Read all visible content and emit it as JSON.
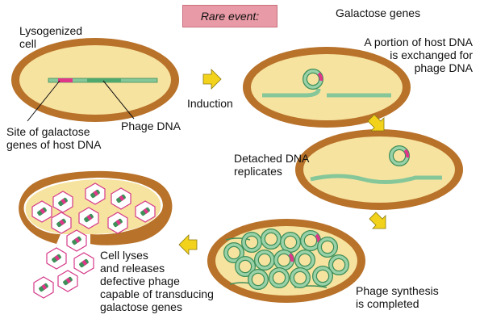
{
  "banner": "Rare event:",
  "labels": {
    "galactose_genes": "Galactose genes",
    "lysogenized_cell": "Lysogenized\ncell",
    "site_of_galactose": "Site of galactose\ngenes of host DNA",
    "phage_dna": "Phage DNA",
    "induction": "Induction",
    "exchange": "A portion of host DNA\nis exchanged for\nphage DNA",
    "detached": "Detached DNA\nreplicates",
    "cell_lyses": "Cell lyses\nand releases\ndefective phage\ncapable of transducing\ngalactose genes",
    "synthesis": "Phage synthesis\nis completed"
  },
  "colors": {
    "cell_wall": "#b8722a",
    "cytoplasm": "#f7e3a0",
    "dna_green": "#86c79a",
    "dna_magenta": "#e0368a",
    "arrow_yellow": "#f2d21a",
    "phage_outline": "#d63a8a",
    "banner_bg": "#e89aa6"
  },
  "icons": [
    "arrow-right-icon",
    "arrow-down-icon",
    "arrow-left-icon"
  ]
}
